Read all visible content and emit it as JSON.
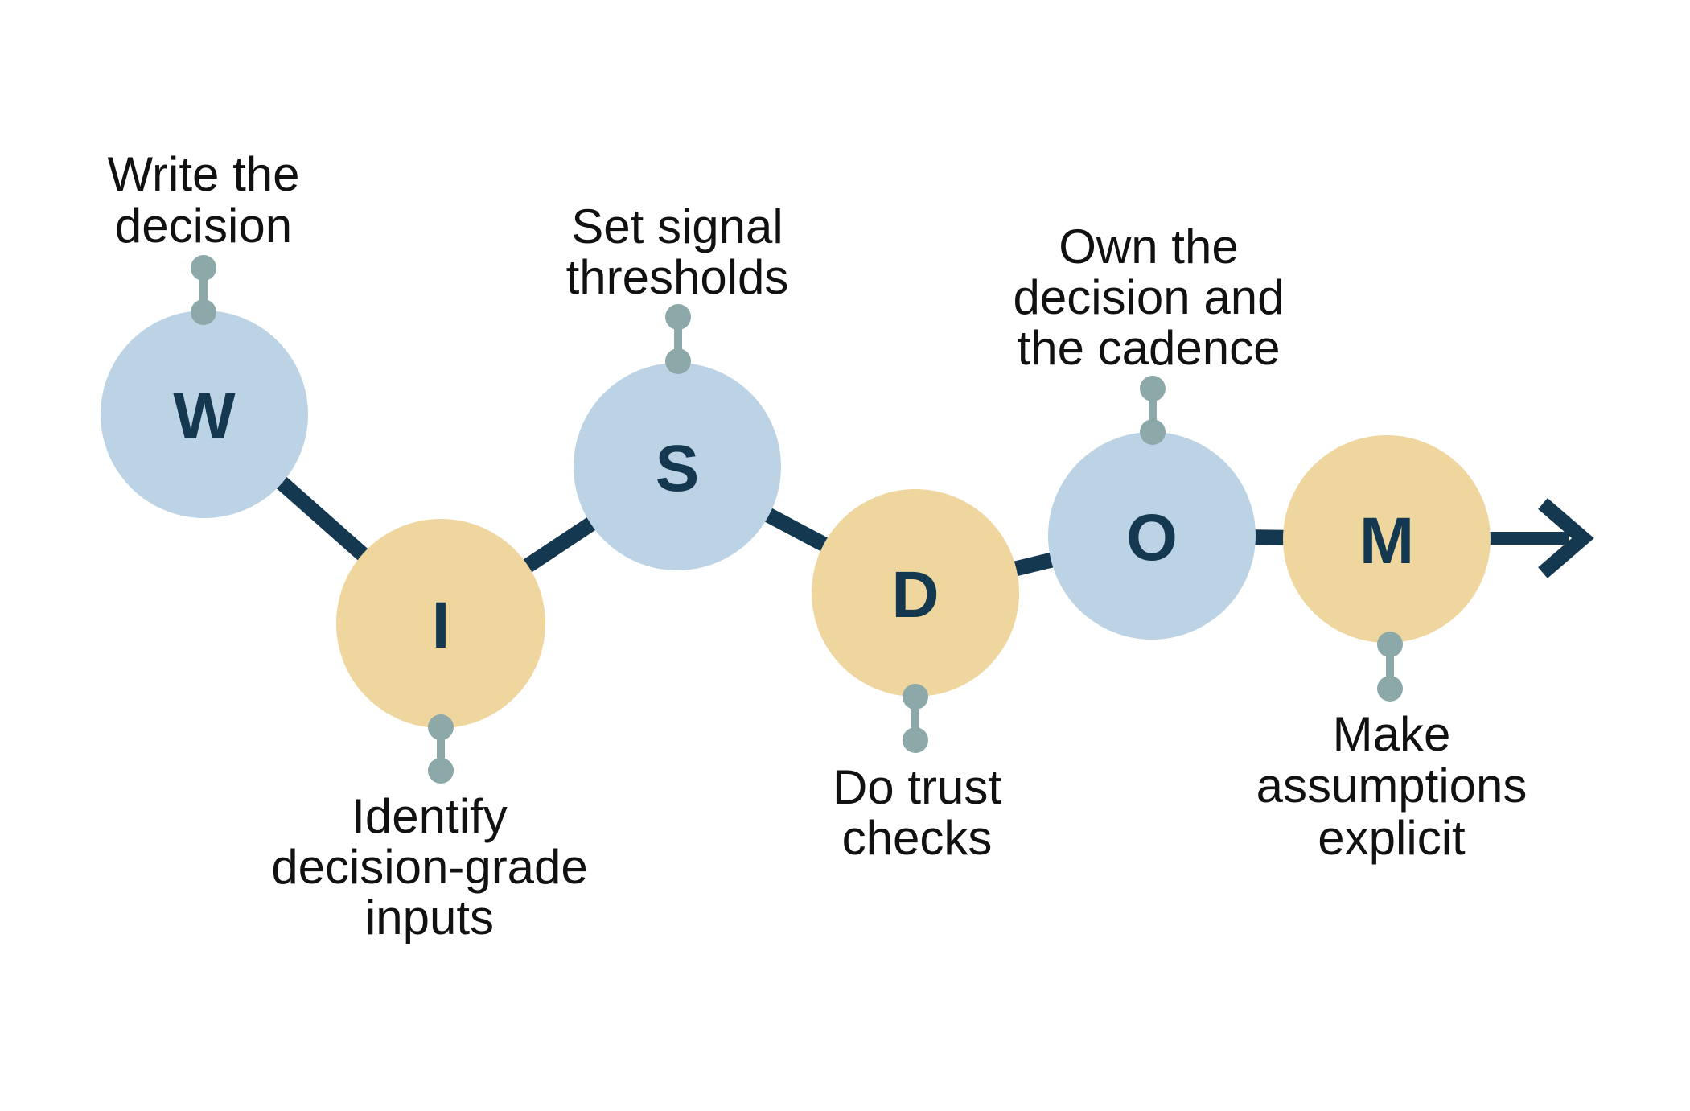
{
  "diagram": {
    "acronym": "WISDOM",
    "type": "process-flow",
    "colors": {
      "background": "#FFFFFF",
      "circle_blue": "#BCD3E5",
      "circle_yellow": "#EFD69E",
      "letter_navy": "#14384F",
      "connector_navy": "#14384F",
      "pin_gray": "#8CA8A8",
      "label_text": "#111111"
    },
    "flow_end_icon": "arrow-right-icon",
    "steps": [
      {
        "letter": "W",
        "circle_color": "#BCD3E5",
        "label": "Write the decision",
        "label_lines": [
          "Write the",
          "decision"
        ],
        "label_position": "above"
      },
      {
        "letter": "I",
        "circle_color": "#EFD69E",
        "label": "Identify decision-grade inputs",
        "label_lines": [
          "Identify",
          "decision-grade",
          "inputs"
        ],
        "label_position": "below"
      },
      {
        "letter": "S",
        "circle_color": "#BCD3E5",
        "label": "Set signal thresholds",
        "label_lines": [
          "Set signal",
          "thresholds"
        ],
        "label_position": "above"
      },
      {
        "letter": "D",
        "circle_color": "#EFD69E",
        "label": "Do trust checks",
        "label_lines": [
          "Do trust",
          "checks"
        ],
        "label_position": "below"
      },
      {
        "letter": "O",
        "circle_color": "#BCD3E5",
        "label": "Own the decision and the cadence",
        "label_lines": [
          "Own the",
          "decision and",
          "the cadence"
        ],
        "label_position": "above"
      },
      {
        "letter": "M",
        "circle_color": "#EFD69E",
        "label": "Make assumptions explicit",
        "label_lines": [
          "Make",
          "assumptions",
          "explicit"
        ],
        "label_position": "below"
      }
    ]
  }
}
